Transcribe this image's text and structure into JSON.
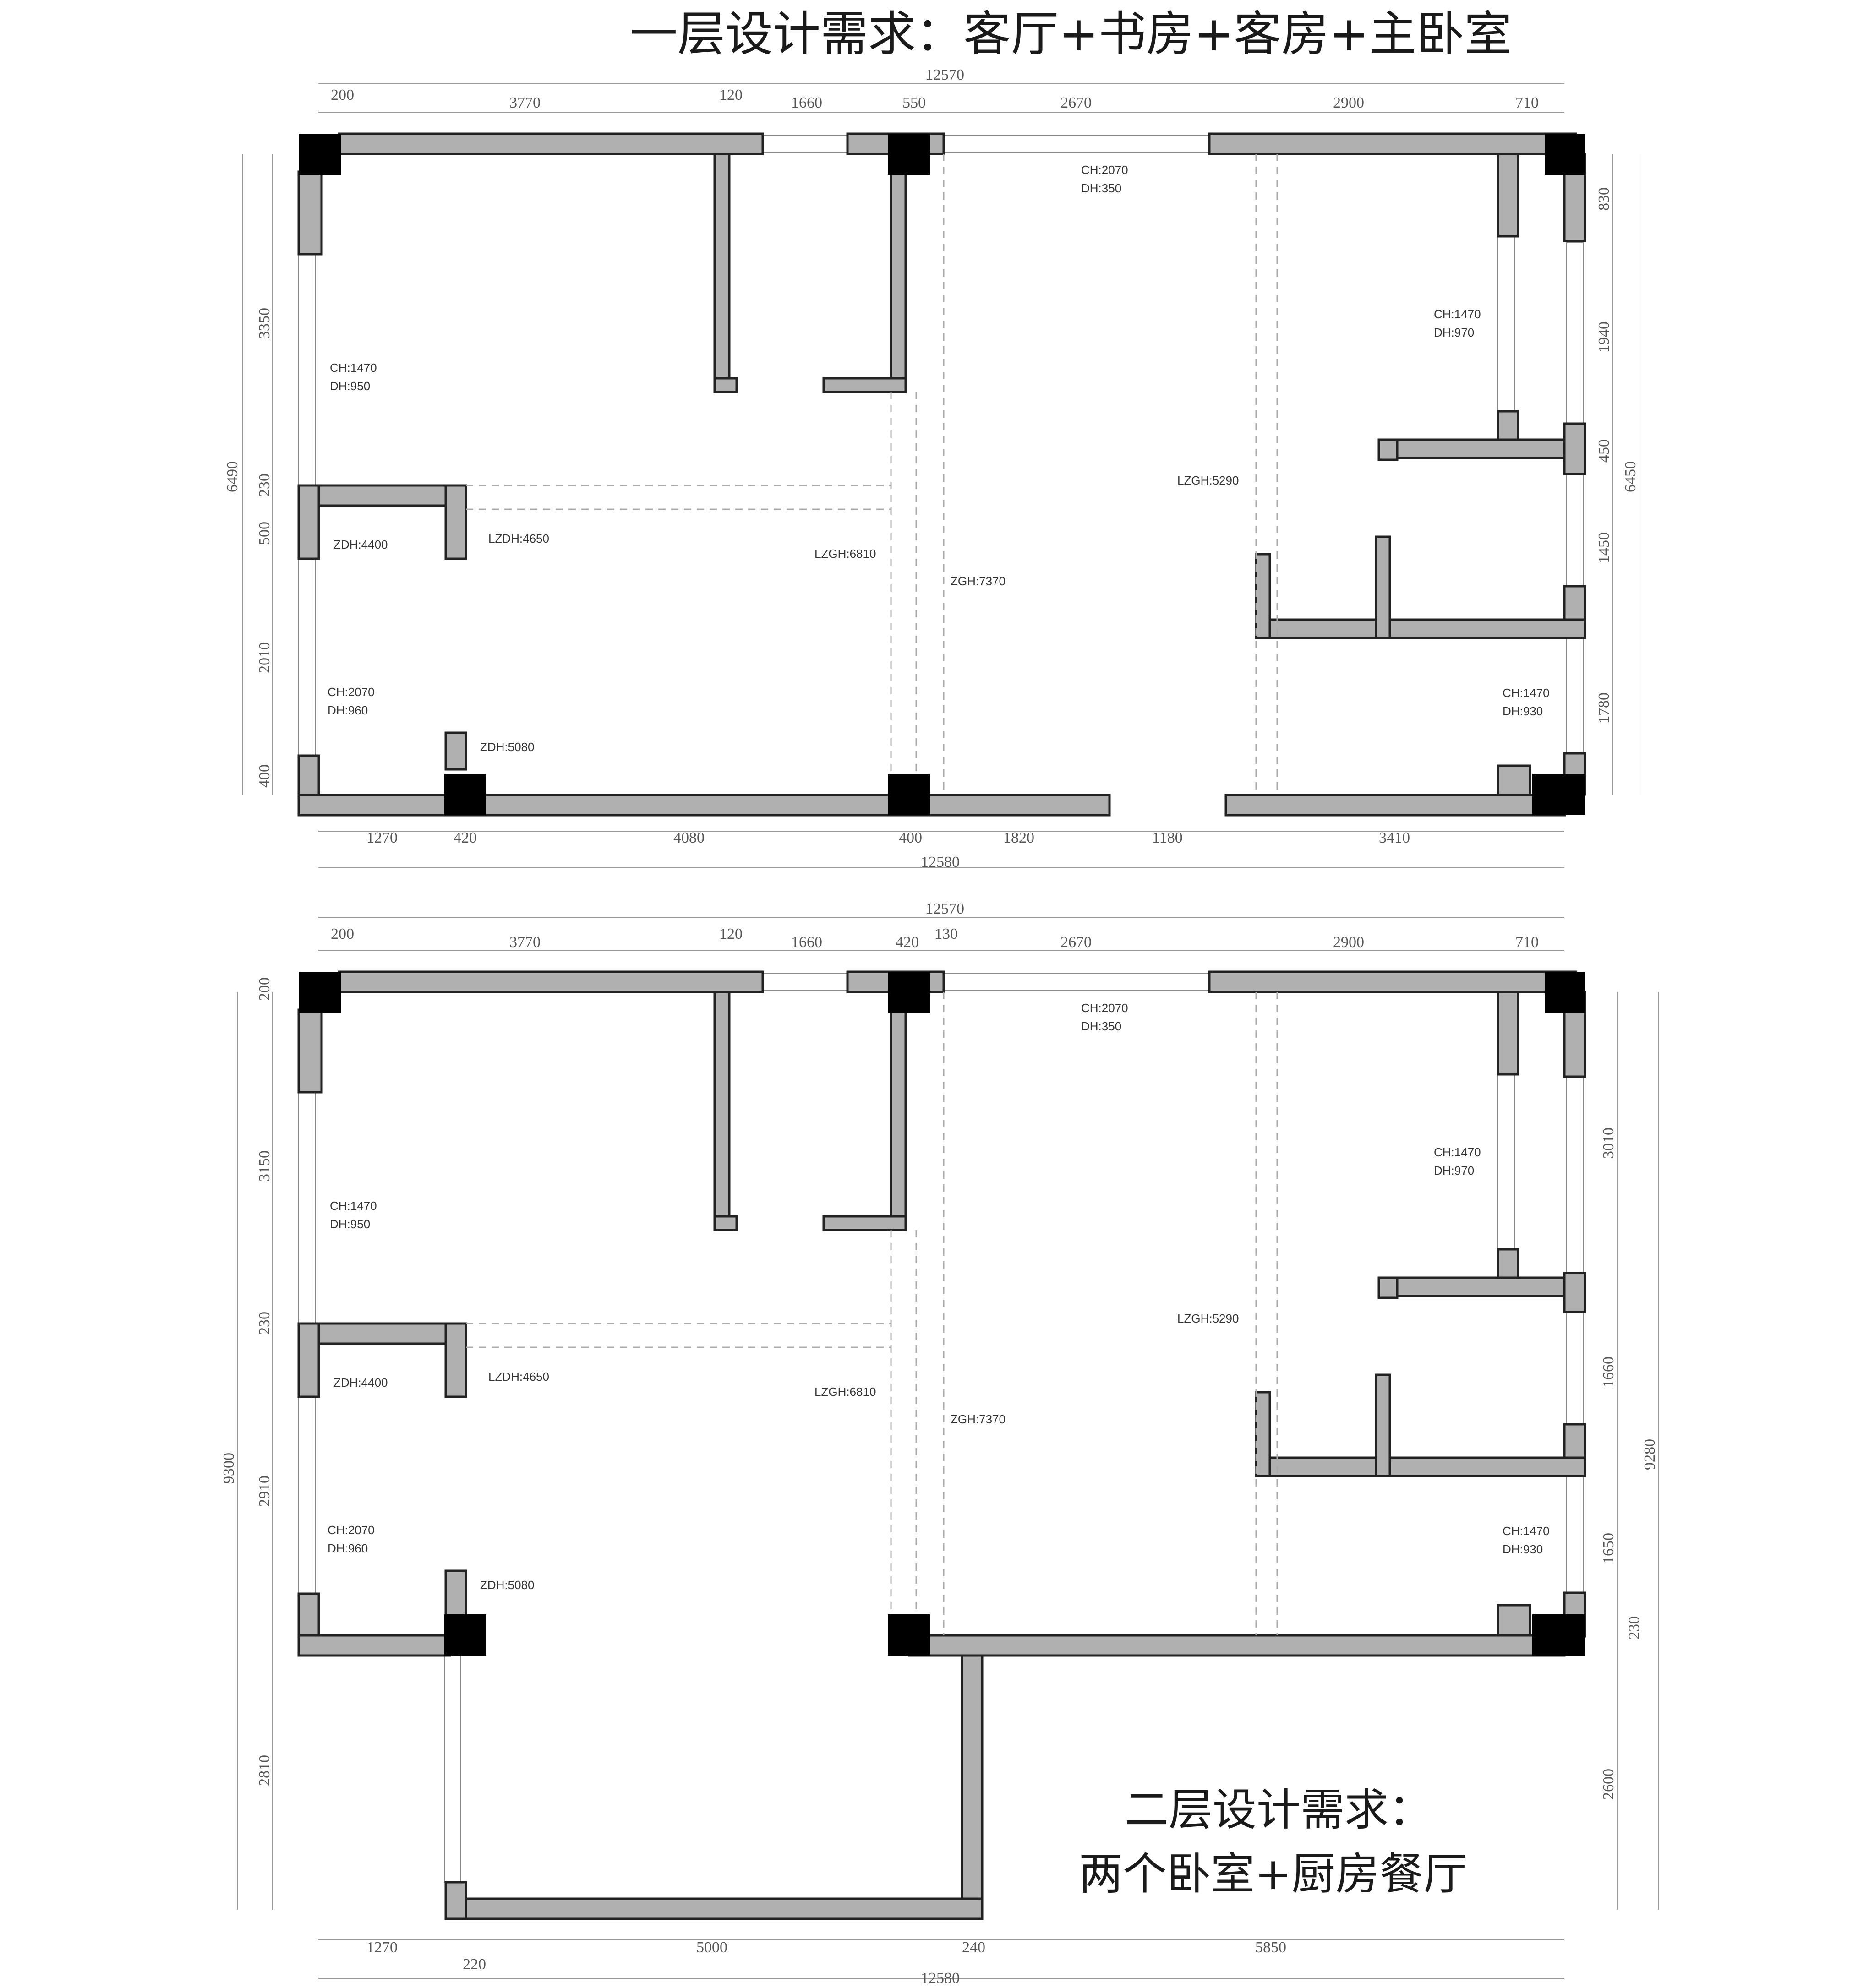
{
  "floor1": {
    "title": "一层设计需求：客厅+书房+客房+主卧室",
    "top_total": "12570",
    "top_dims": [
      "200",
      "3770",
      "120",
      "1660",
      "550",
      "2670",
      "2900",
      "710"
    ],
    "bottom_dims": [
      "1270",
      "420",
      "4080",
      "400",
      "1820",
      "1180",
      "3410"
    ],
    "bottom_total": "12580",
    "left_total": "6490",
    "left_dims": [
      "3350",
      "230",
      "500",
      "2010",
      "400"
    ],
    "right_total": "6450",
    "right_dims": [
      "830",
      "1940",
      "450",
      "1450",
      "1780"
    ],
    "labels": {
      "ch_top_a": "CH:2070",
      "dh_top_a": "DH:350",
      "ch_left_a": "CH:1470",
      "dh_left_a": "DH:950",
      "ch_left_b": "CH:2070",
      "dh_left_b": "DH:960",
      "ch_right_a": "CH:1470",
      "dh_right_a": "DH:970",
      "ch_right_b": "CH:1470",
      "dh_right_b": "DH:930",
      "zdh_a": "ZDH:4400",
      "lzdh": "LZDH:4650",
      "zdh_b": "ZDH:5080",
      "lzgh_a": "LZGH:6810",
      "zgh": "ZGH:7370",
      "lzgh_b": "LZGH:5290"
    }
  },
  "floor2": {
    "title_line1": "二层设计需求：",
    "title_line2": "两个卧室+厨房餐厅",
    "top_total": "12570",
    "top_dims": [
      "200",
      "3770",
      "120",
      "1660",
      "420",
      "130",
      "2670",
      "2900",
      "710"
    ],
    "bottom_dims": [
      "1270",
      "5000",
      "240",
      "5850"
    ],
    "bottom_small": "220",
    "bottom_total": "12580",
    "left_total": "9300",
    "left_dims": [
      "200",
      "3150",
      "230",
      "2910",
      "2810"
    ],
    "right_total": "9280",
    "right_dims": [
      "3010",
      "1660",
      "1650",
      "230",
      "2600"
    ],
    "labels": {
      "ch_top_a": "CH:2070",
      "dh_top_a": "DH:350",
      "ch_left_a": "CH:1470",
      "dh_left_a": "DH:950",
      "ch_left_b": "CH:2070",
      "dh_left_b": "DH:960",
      "ch_right_a": "CH:1470",
      "dh_right_a": "DH:970",
      "ch_right_b": "CH:1470",
      "dh_right_b": "DH:930",
      "zdh_a": "ZDH:4400",
      "lzdh": "LZDH:4650",
      "zdh_b": "ZDH:5080",
      "lzgh_a": "LZGH:6810",
      "zgh": "ZGH:7370",
      "lzgh_b": "LZGH:5290"
    }
  }
}
